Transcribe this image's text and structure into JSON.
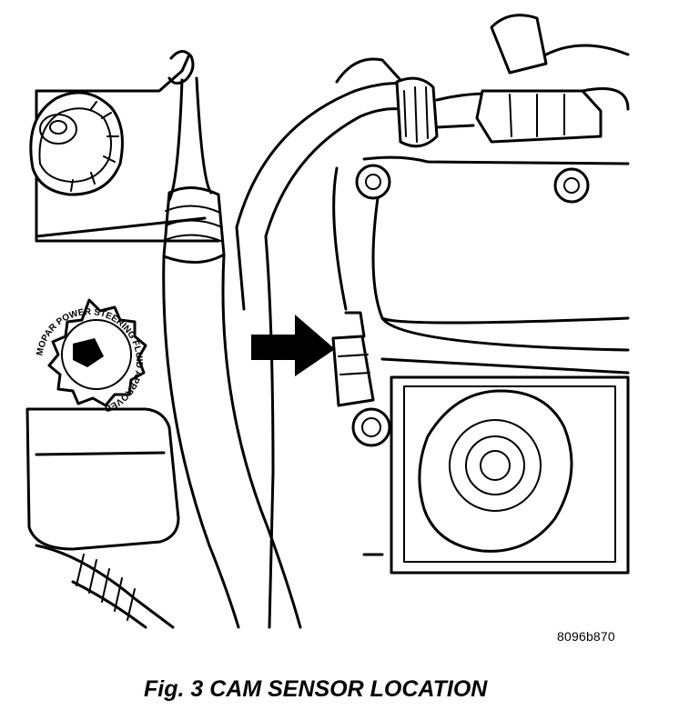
{
  "figure": {
    "code": "8096b870",
    "caption": "Fig. 3 CAM SENSOR LOCATION"
  },
  "reservoir_cap": {
    "text": "MOPAR POWER STEERING FLUID APPROVED"
  }
}
